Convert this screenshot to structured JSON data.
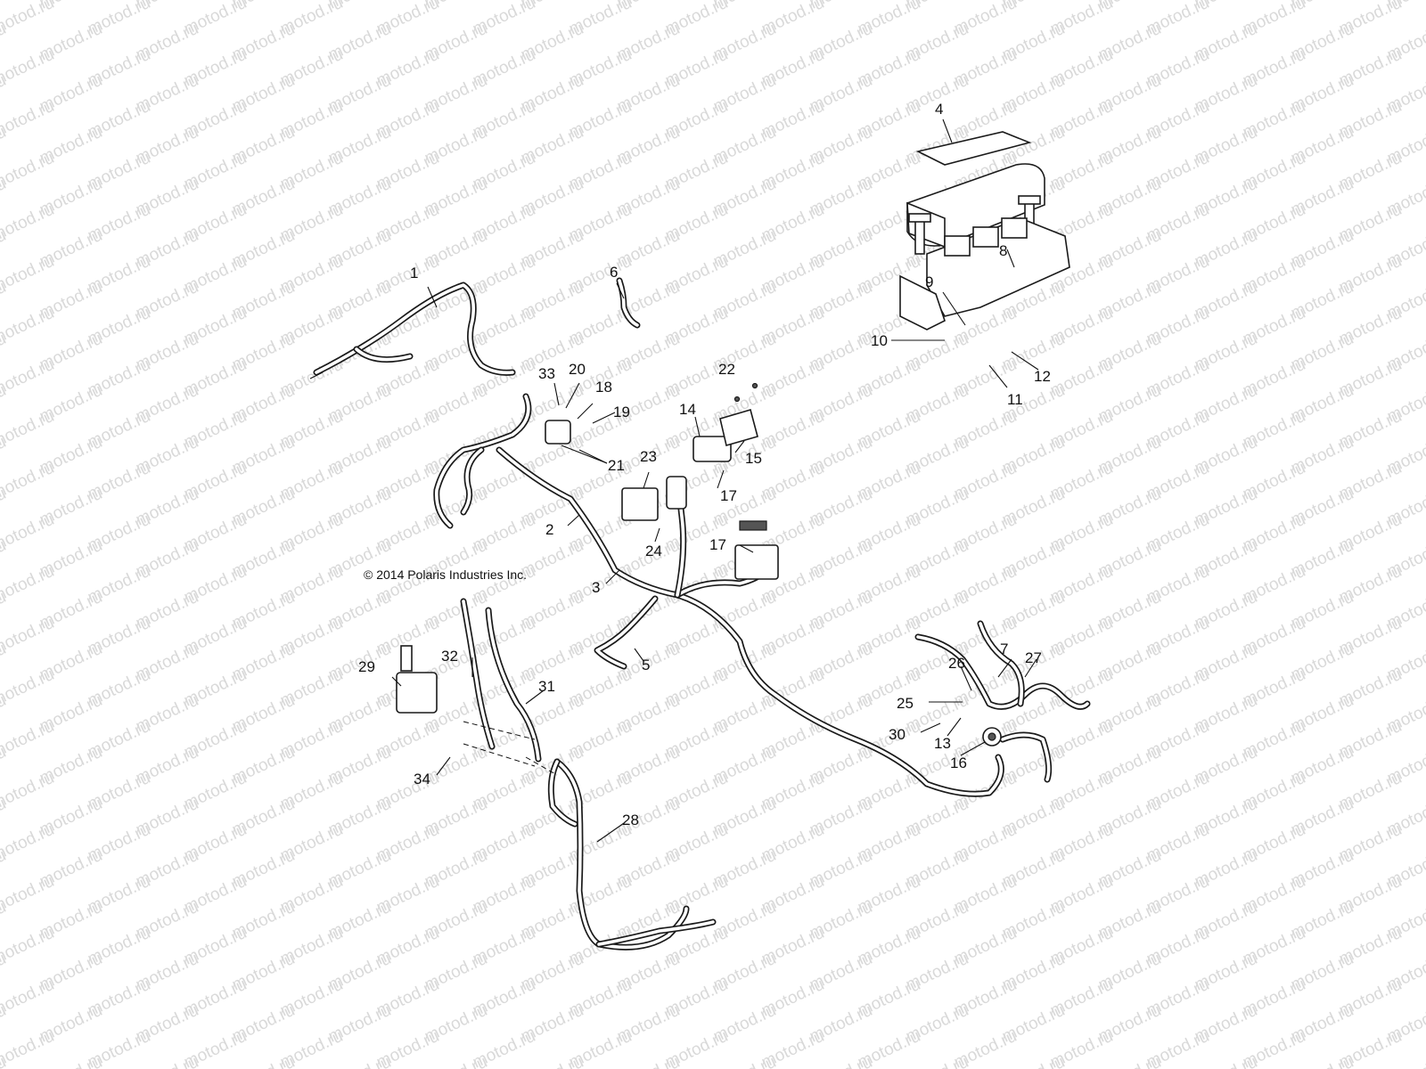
{
  "watermark": {
    "text": "motod.ru"
  },
  "copyright": "© 2014 Polaris Industries Inc.",
  "callouts": [
    "1",
    "2",
    "3",
    "4",
    "5",
    "6",
    "7",
    "8",
    "9",
    "10",
    "11",
    "12",
    "13",
    "14",
    "15",
    "16",
    "17",
    "17",
    "18",
    "19",
    "20",
    "21",
    "22",
    "23",
    "24",
    "25",
    "26",
    "27",
    "28",
    "29",
    "30",
    "31",
    "32",
    "33",
    "34"
  ]
}
